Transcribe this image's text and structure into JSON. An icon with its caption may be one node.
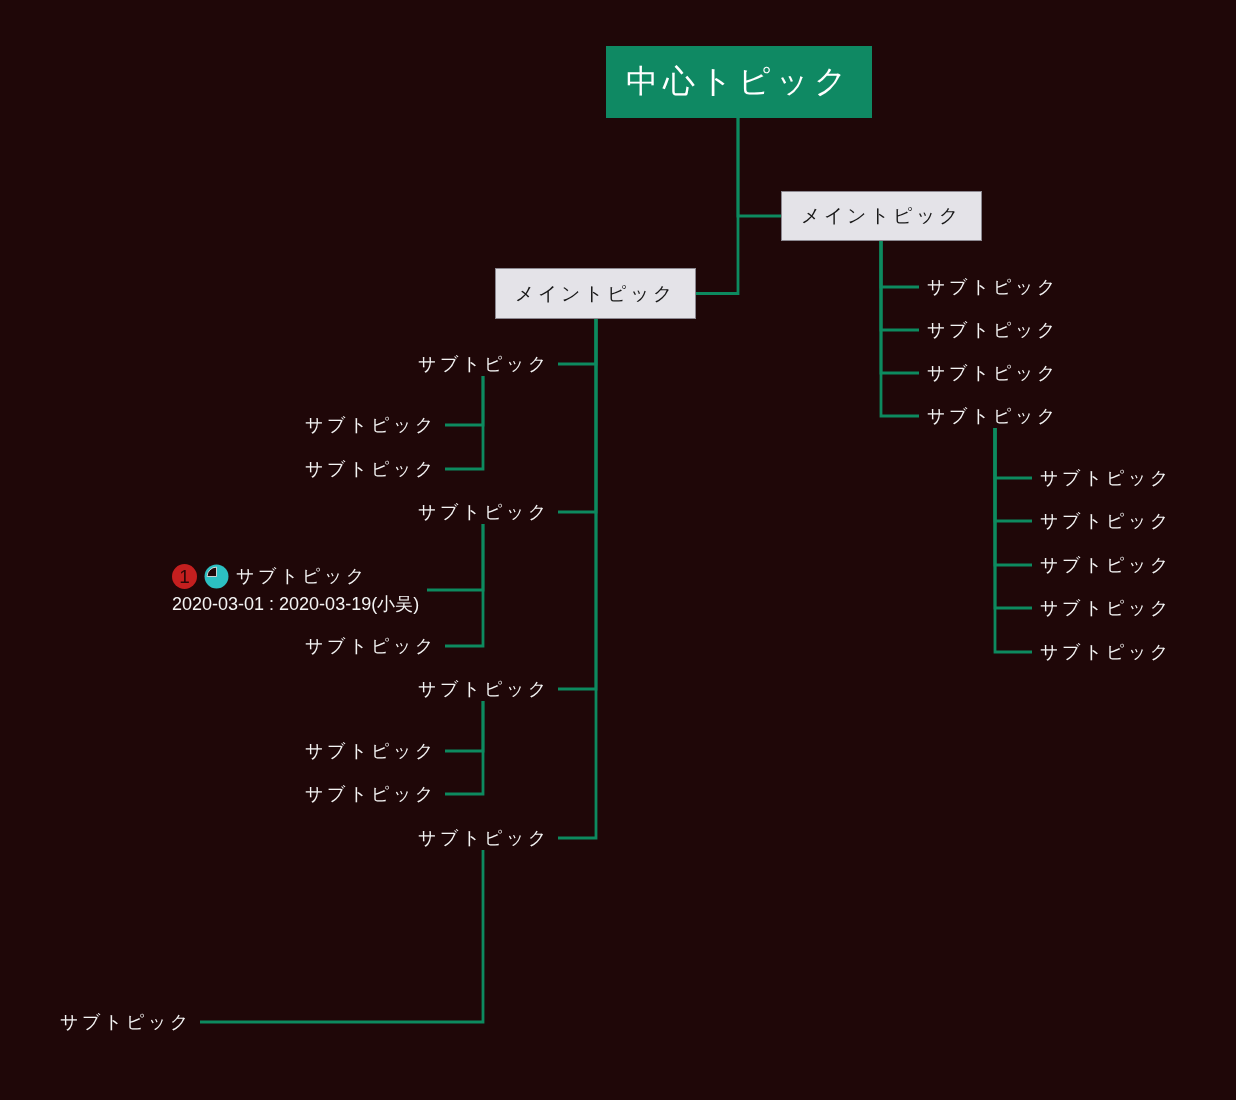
{
  "diagram": {
    "nodes": [
      {
        "text": [
          "中心トピック"
        ]
      },
      {
        "text": [
          "メイントピック"
        ]
      },
      {
        "text": [
          "メイントピック"
        ]
      },
      {
        "text": [
          "サブトピック"
        ]
      },
      {
        "text": [
          "サブトピック"
        ]
      },
      {
        "text": [
          "サブトピック"
        ]
      },
      {
        "text": [
          "サブトピック"
        ]
      },
      {
        "text": [
          "サブトピック"
        ]
      },
      {
        "text": [
          "サブトピック"
        ]
      },
      {
        "text": [
          "サブトピック"
        ]
      },
      {
        "text": [
          "サブトピック"
        ]
      },
      {
        "text": [
          "サブトピック"
        ]
      },
      {
        "text": [
          "サブトピック"
        ]
      },
      {
        "text": [
          "サブトピック"
        ]
      },
      {
        "text": [
          "サブトピック"
        ]
      },
      {
        "text": [
          "サブトピック"
        ]
      },
      {
        "text": [
          "1",
          "サブトピック",
          "2020-03-01 : 2020-03-19(小吴)"
        ]
      },
      {
        "text": [
          "サブトピック"
        ]
      },
      {
        "text": [
          "サブトピック"
        ]
      },
      {
        "text": [
          "サブトピック"
        ]
      },
      {
        "text": [
          "サブトピック"
        ]
      },
      {
        "text": [
          "サブトピック"
        ]
      },
      {
        "text": [
          "サブトピック"
        ]
      }
    ],
    "edges": [
      {
        "from": 0,
        "to": 1,
        "arrow": "none"
      },
      {
        "from": 0,
        "to": 2,
        "arrow": "none"
      },
      {
        "from": 1,
        "to": 3,
        "arrow": "none"
      },
      {
        "from": 1,
        "to": 4,
        "arrow": "none"
      },
      {
        "from": 1,
        "to": 5,
        "arrow": "none"
      },
      {
        "from": 1,
        "to": 6,
        "arrow": "none"
      },
      {
        "from": 6,
        "to": 7,
        "arrow": "none"
      },
      {
        "from": 6,
        "to": 8,
        "arrow": "none"
      },
      {
        "from": 6,
        "to": 9,
        "arrow": "none"
      },
      {
        "from": 6,
        "to": 10,
        "arrow": "none"
      },
      {
        "from": 6,
        "to": 11,
        "arrow": "none"
      },
      {
        "from": 2,
        "to": 12,
        "arrow": "none"
      },
      {
        "from": 12,
        "to": 13,
        "arrow": "none"
      },
      {
        "from": 12,
        "to": 14,
        "arrow": "none"
      },
      {
        "from": 2,
        "to": 15,
        "arrow": "none"
      },
      {
        "from": 15,
        "to": 16,
        "arrow": "none"
      },
      {
        "from": 15,
        "to": 17,
        "arrow": "none"
      },
      {
        "from": 2,
        "to": 18,
        "arrow": "none"
      },
      {
        "from": 18,
        "to": 19,
        "arrow": "none"
      },
      {
        "from": 18,
        "to": 20,
        "arrow": "none"
      },
      {
        "from": 2,
        "to": 21,
        "arrow": "none"
      },
      {
        "from": 21,
        "to": 22,
        "arrow": "none"
      }
    ]
  }
}
